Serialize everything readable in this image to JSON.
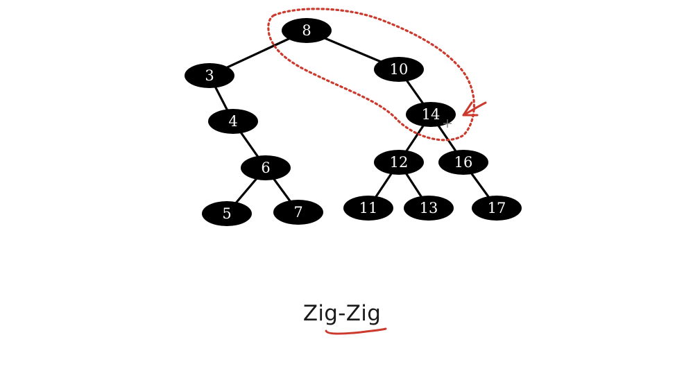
{
  "caption": "Zig-Zig",
  "colors": {
    "node": "#000000",
    "label": "#ffffff",
    "annotation": "#cc3a2e",
    "background": "#ffffff"
  },
  "tree": {
    "nodes": [
      {
        "id": "8",
        "label": "8"
      },
      {
        "id": "3",
        "label": "3"
      },
      {
        "id": "10",
        "label": "10"
      },
      {
        "id": "4",
        "label": "4"
      },
      {
        "id": "14",
        "label": "14"
      },
      {
        "id": "6",
        "label": "6"
      },
      {
        "id": "12",
        "label": "12"
      },
      {
        "id": "16",
        "label": "16"
      },
      {
        "id": "5",
        "label": "5"
      },
      {
        "id": "7",
        "label": "7"
      },
      {
        "id": "11",
        "label": "11"
      },
      {
        "id": "13",
        "label": "13"
      },
      {
        "id": "17",
        "label": "17"
      }
    ],
    "edges": [
      [
        "8",
        "3"
      ],
      [
        "8",
        "10"
      ],
      [
        "3",
        "4"
      ],
      [
        "4",
        "6"
      ],
      [
        "6",
        "5"
      ],
      [
        "6",
        "7"
      ],
      [
        "10",
        "14"
      ],
      [
        "14",
        "12"
      ],
      [
        "14",
        "16"
      ],
      [
        "12",
        "11"
      ],
      [
        "12",
        "13"
      ],
      [
        "16",
        "17"
      ]
    ],
    "highlighted": [
      "8",
      "10",
      "14"
    ],
    "pointer_target": "14"
  },
  "annotations": [
    "dotted-loop",
    "arrow",
    "caption-underline"
  ],
  "cursor": "crosshair"
}
